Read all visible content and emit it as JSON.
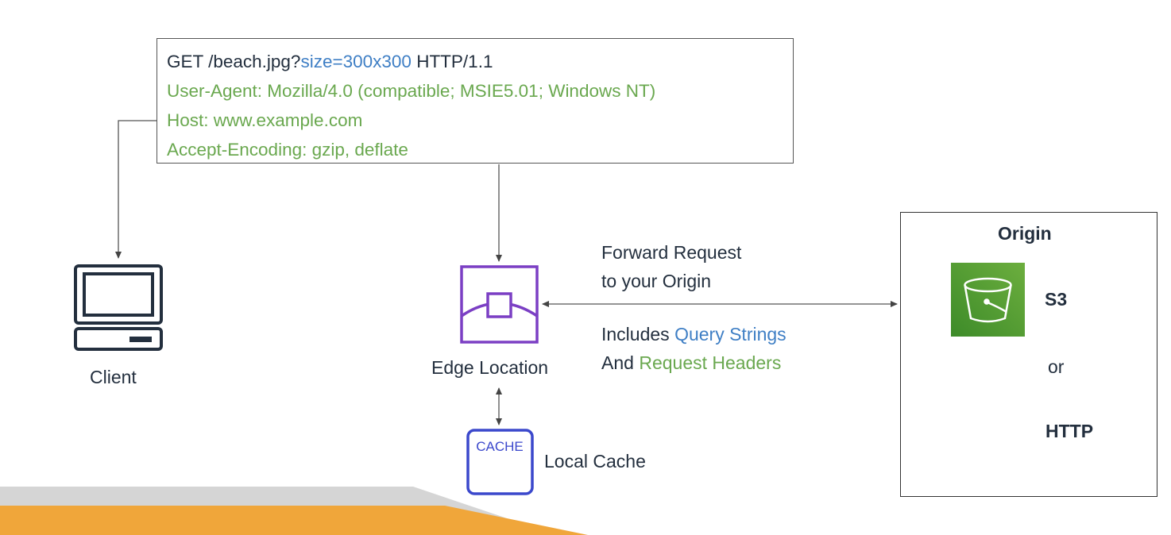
{
  "request": {
    "line1": {
      "prefix": "GET /beach.jpg?",
      "query": "size=300x300",
      "suffix": " HTTP/1.1"
    },
    "header_user_agent": "User-Agent: Mozilla/4.0 (compatible; MSIE5.01; Windows NT)",
    "header_host": "Host: www.example.com",
    "header_accept_encoding": "Accept-Encoding: gzip, deflate"
  },
  "client": {
    "label": "Client",
    "icon": "desktop-computer-icon"
  },
  "edge": {
    "label": "Edge Location",
    "icon": "edge-location-icon"
  },
  "cache": {
    "label": "Local Cache",
    "icon_text": "CACHE"
  },
  "forward": {
    "line1": "Forward Request",
    "line2": "to your Origin",
    "includes_prefix": "Includes ",
    "includes_highlight": "Query Strings",
    "and_prefix": "And ",
    "and_highlight": "Request Headers"
  },
  "origin": {
    "title": "Origin",
    "s3_label": "S3",
    "or_label": "or",
    "http_label": "HTTP"
  },
  "colors": {
    "query_blue": "#3f7fc5",
    "header_green": "#6aa84f",
    "edge_purple": "#7b3fc4",
    "cache_blue": "#3b48cc",
    "footer_orange": "#f0a63a",
    "footer_gray": "#d5d5d5"
  }
}
